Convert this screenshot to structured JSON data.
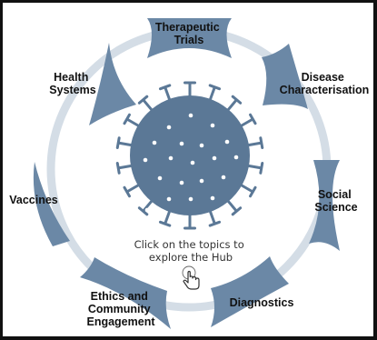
{
  "hub": {
    "topics": [
      {
        "id": "therapeutic-trials",
        "lines": [
          "Therapeutic",
          "Trials"
        ]
      },
      {
        "id": "disease-characterisation",
        "lines": [
          "Disease",
          "Characterisation"
        ]
      },
      {
        "id": "social-science",
        "lines": [
          "Social",
          "Science"
        ]
      },
      {
        "id": "diagnostics",
        "lines": [
          "Diagnostics"
        ]
      },
      {
        "id": "ethics-community-engagement",
        "lines": [
          "Ethics and",
          "Community",
          "Engagement"
        ]
      },
      {
        "id": "vaccines",
        "lines": [
          "Vaccines"
        ]
      },
      {
        "id": "health-systems",
        "lines": [
          "Health",
          "Systems"
        ]
      }
    ],
    "instruction_line1": "Click on the topics to",
    "instruction_line2": "explore the Hub",
    "colors": {
      "tile": "#6b88a6",
      "tile_dark": "#4f6c8a",
      "ring": "#d4dde6",
      "virus": "#5b7896",
      "virus_dots": "#ffffff"
    },
    "icons": {
      "virus": "virus-icon",
      "pointer": "pointer-hand-icon"
    }
  }
}
